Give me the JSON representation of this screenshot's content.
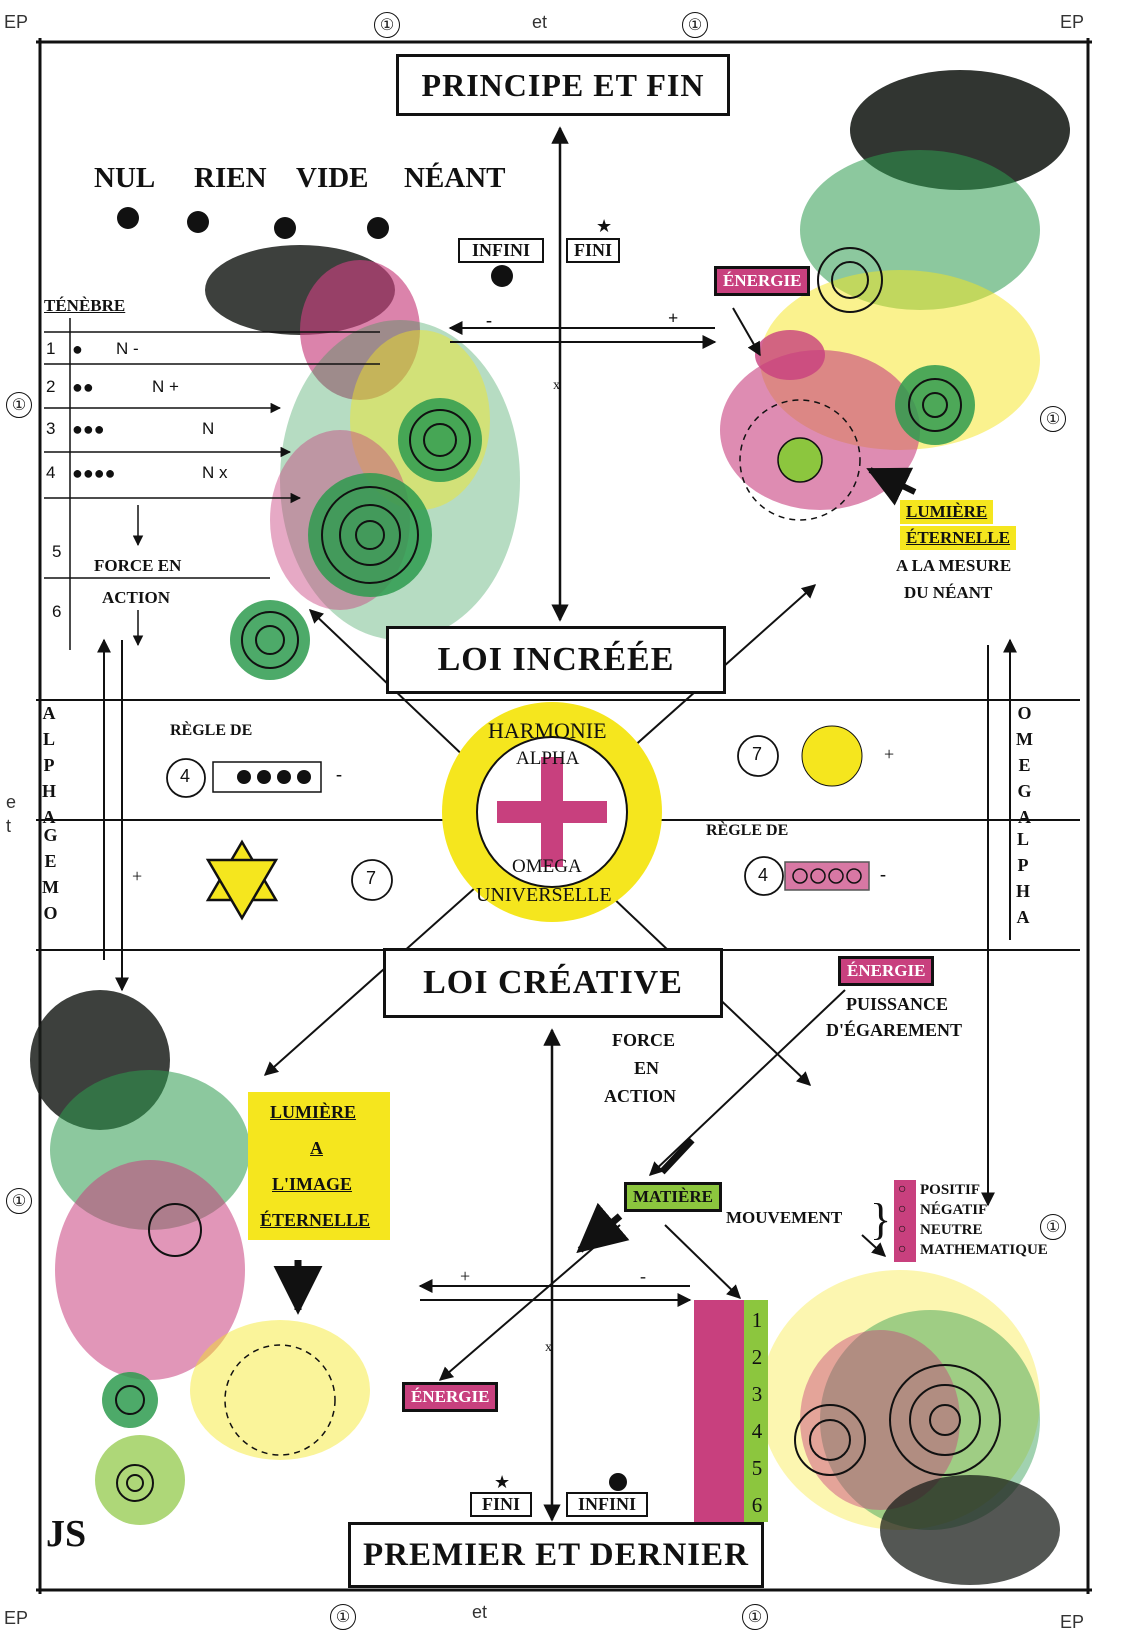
{
  "corners": {
    "ep": "EP",
    "et": "et",
    "one": "①"
  },
  "titles": {
    "top": "PRINCIPE ET FIN",
    "uncreated": "LOI INCRÉÉE",
    "creative": "LOI CRÉATIVE",
    "bottom": "PREMIER ET DERNIER"
  },
  "void_words": [
    "NUL",
    "RIEN",
    "VIDE",
    "NÉANT"
  ],
  "infini": "INFINI",
  "fini": "FINI",
  "signs": {
    "minus": "-",
    "plus": "+",
    "times": "x"
  },
  "tenebre": {
    "title": "TÉNÈBRE",
    "rows": [
      {
        "num": "1",
        "dots": 1,
        "label": "N -"
      },
      {
        "num": "2",
        "dots": 2,
        "label": "N +"
      },
      {
        "num": "3",
        "dots": 3,
        "label": "N"
      },
      {
        "num": "4",
        "dots": 4,
        "label": "N x"
      },
      {
        "num": "5",
        "dots": 0,
        "label": ""
      },
      {
        "num": "6",
        "dots": 0,
        "label": ""
      }
    ],
    "force_line1": "FORCE EN",
    "force_line2": "ACTION"
  },
  "energie": "ÉNERGIE",
  "lumiere_top": {
    "line1": "LUMIÈRE",
    "line2": "ÉTERNELLE",
    "line3": "A LA MESURE",
    "line4": "DU NÉANT"
  },
  "middle": {
    "regle_de": "RÈGLE DE",
    "four": "4",
    "seven": "7",
    "alpha_left": [
      "A",
      "L",
      "P",
      "H",
      "A"
    ],
    "omega_left": [
      "G",
      "E",
      "M",
      "O"
    ],
    "omega_right": [
      "O",
      "M",
      "E",
      "G",
      "A"
    ],
    "alpha_right": [
      "L",
      "P",
      "H",
      "A"
    ],
    "side_et": [
      "e",
      "t"
    ]
  },
  "seal": {
    "harmonie": "HARMONIE",
    "alpha": "ALPHA",
    "omega": "OMEGA",
    "universelle": "UNIVERSELLE"
  },
  "lower": {
    "force": [
      "FORCE",
      "EN",
      "ACTION"
    ],
    "puissance": [
      "PUISSANCE",
      "D'ÉGAREMENT"
    ],
    "lumiere": [
      "LUMIÈRE",
      "A",
      "L'IMAGE",
      "ÉTERNELLE"
    ],
    "matiere": "MATIÈRE",
    "mouvement": "MOUVEMENT",
    "movement_types": [
      "POSITIF",
      "NÉGATIF",
      "NEUTRE",
      "MATHEMATIQUE"
    ],
    "numbers": [
      "1",
      "2",
      "3",
      "4",
      "5",
      "6"
    ]
  },
  "signature": "JS",
  "colors": {
    "magenta": "#c8407e",
    "green": "#2e9b4f",
    "lightgreen": "#8cc63e",
    "yellow": "#f5e61e",
    "black": "#111111"
  }
}
